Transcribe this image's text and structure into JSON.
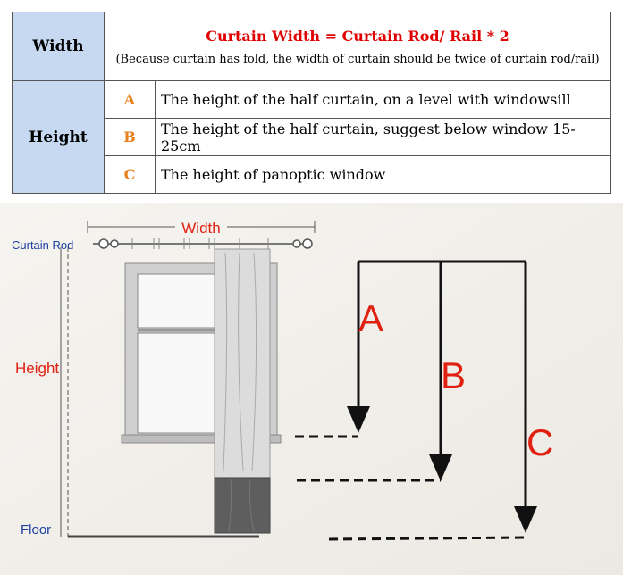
{
  "table": {
    "width_header": "Width",
    "height_header": "Height",
    "formula": "Curtain Width = Curtain Rod/ Rail * 2",
    "note": "(Because curtain has fold, the width of curtain should be twice of curtain rod/rail)",
    "rows": [
      {
        "letter": "A",
        "text": "The height of the half curtain, on a level with windowsill"
      },
      {
        "letter": "B",
        "text": "The height of the half curtain, suggest below window 15-25cm"
      },
      {
        "letter": "C",
        "text": "The height of panoptic window"
      }
    ]
  },
  "diagram": {
    "width_label": "Width",
    "rod_label": "Curtain Rod",
    "height_label": "Height",
    "floor_label": "Floor",
    "arrow_a": "A",
    "arrow_b": "B",
    "arrow_c": "C"
  },
  "colors": {
    "header_bg": "#c6d9f1",
    "formula": "#e00000",
    "letters": "#e8821e",
    "diagram_labels": "#e02010",
    "rod_floor_labels": "#1c3fa0"
  }
}
